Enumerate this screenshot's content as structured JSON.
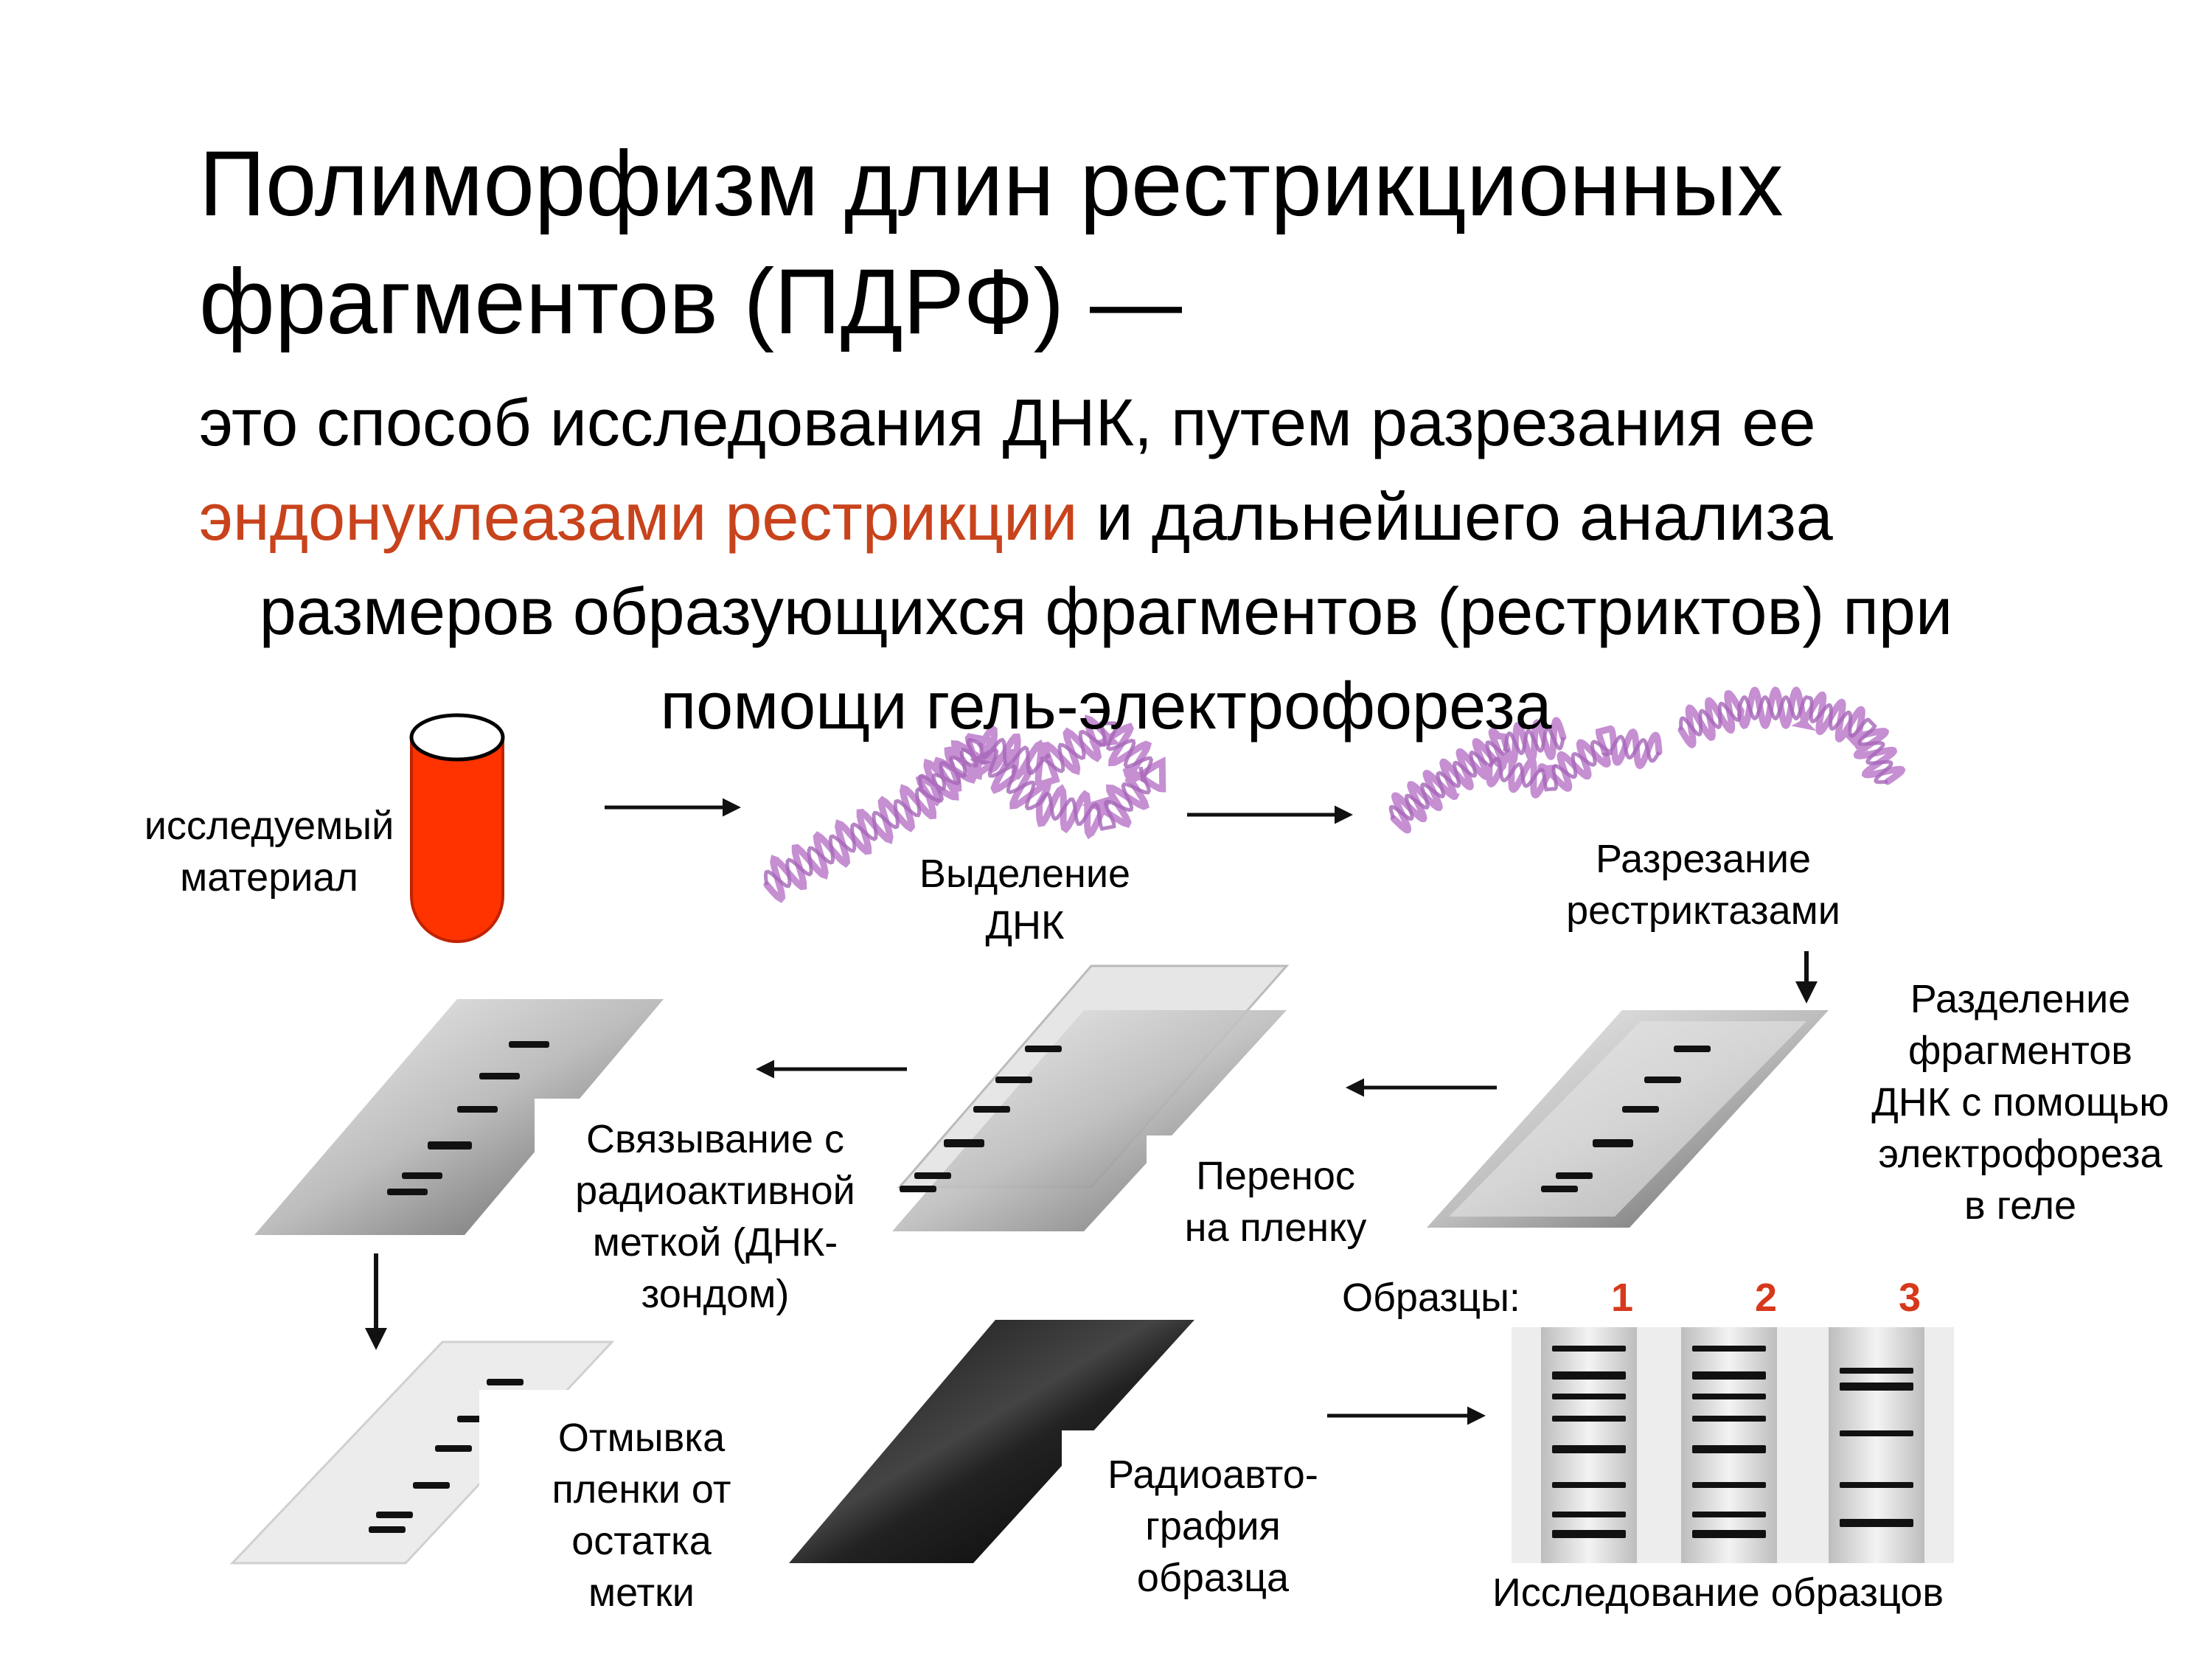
{
  "title": {
    "line1": "Полиморфизм длин рестрикционных",
    "line2": "фрагментов (ПДРФ) —"
  },
  "intro": {
    "line1": "это способ исследования ДНК, путем разрезания ее",
    "line2_accent": "эндонуклеазами рестрикции",
    "line2_rest": " и дальнейшего анализа",
    "line3": "размеров образующихся фрагментов (рестриктов) при",
    "line4": "помощи гель-электрофореза"
  },
  "steps": {
    "material": [
      "исследуемый",
      "материал"
    ],
    "extraction": [
      "Выделение",
      "ДНК"
    ],
    "cutting": [
      "Разрезание",
      "рестриктазами"
    ],
    "separation": [
      "Разделение",
      "фрагментов",
      "ДНК с помощью",
      "электрофореза",
      "в геле"
    ],
    "transfer": [
      "Перенос",
      "на пленку"
    ],
    "binding": [
      "Связывание с",
      "радиоактивной",
      "меткой (ДНК-",
      "зондом)"
    ],
    "washing": [
      "Отмывка",
      "пленки от",
      "остатка",
      "метки"
    ],
    "autoradiography": [
      "Радиоавто-",
      "графия",
      "образца"
    ],
    "study": "Исследование образцов"
  },
  "samples": {
    "label": "Образцы:",
    "numbers": [
      "1",
      "2",
      "3"
    ]
  },
  "colors": {
    "accent": "#c8431c",
    "tube": "#ff3300",
    "sample_numbers": "#d6391b",
    "dna": "#c58fd2",
    "arrow": "#111111"
  }
}
